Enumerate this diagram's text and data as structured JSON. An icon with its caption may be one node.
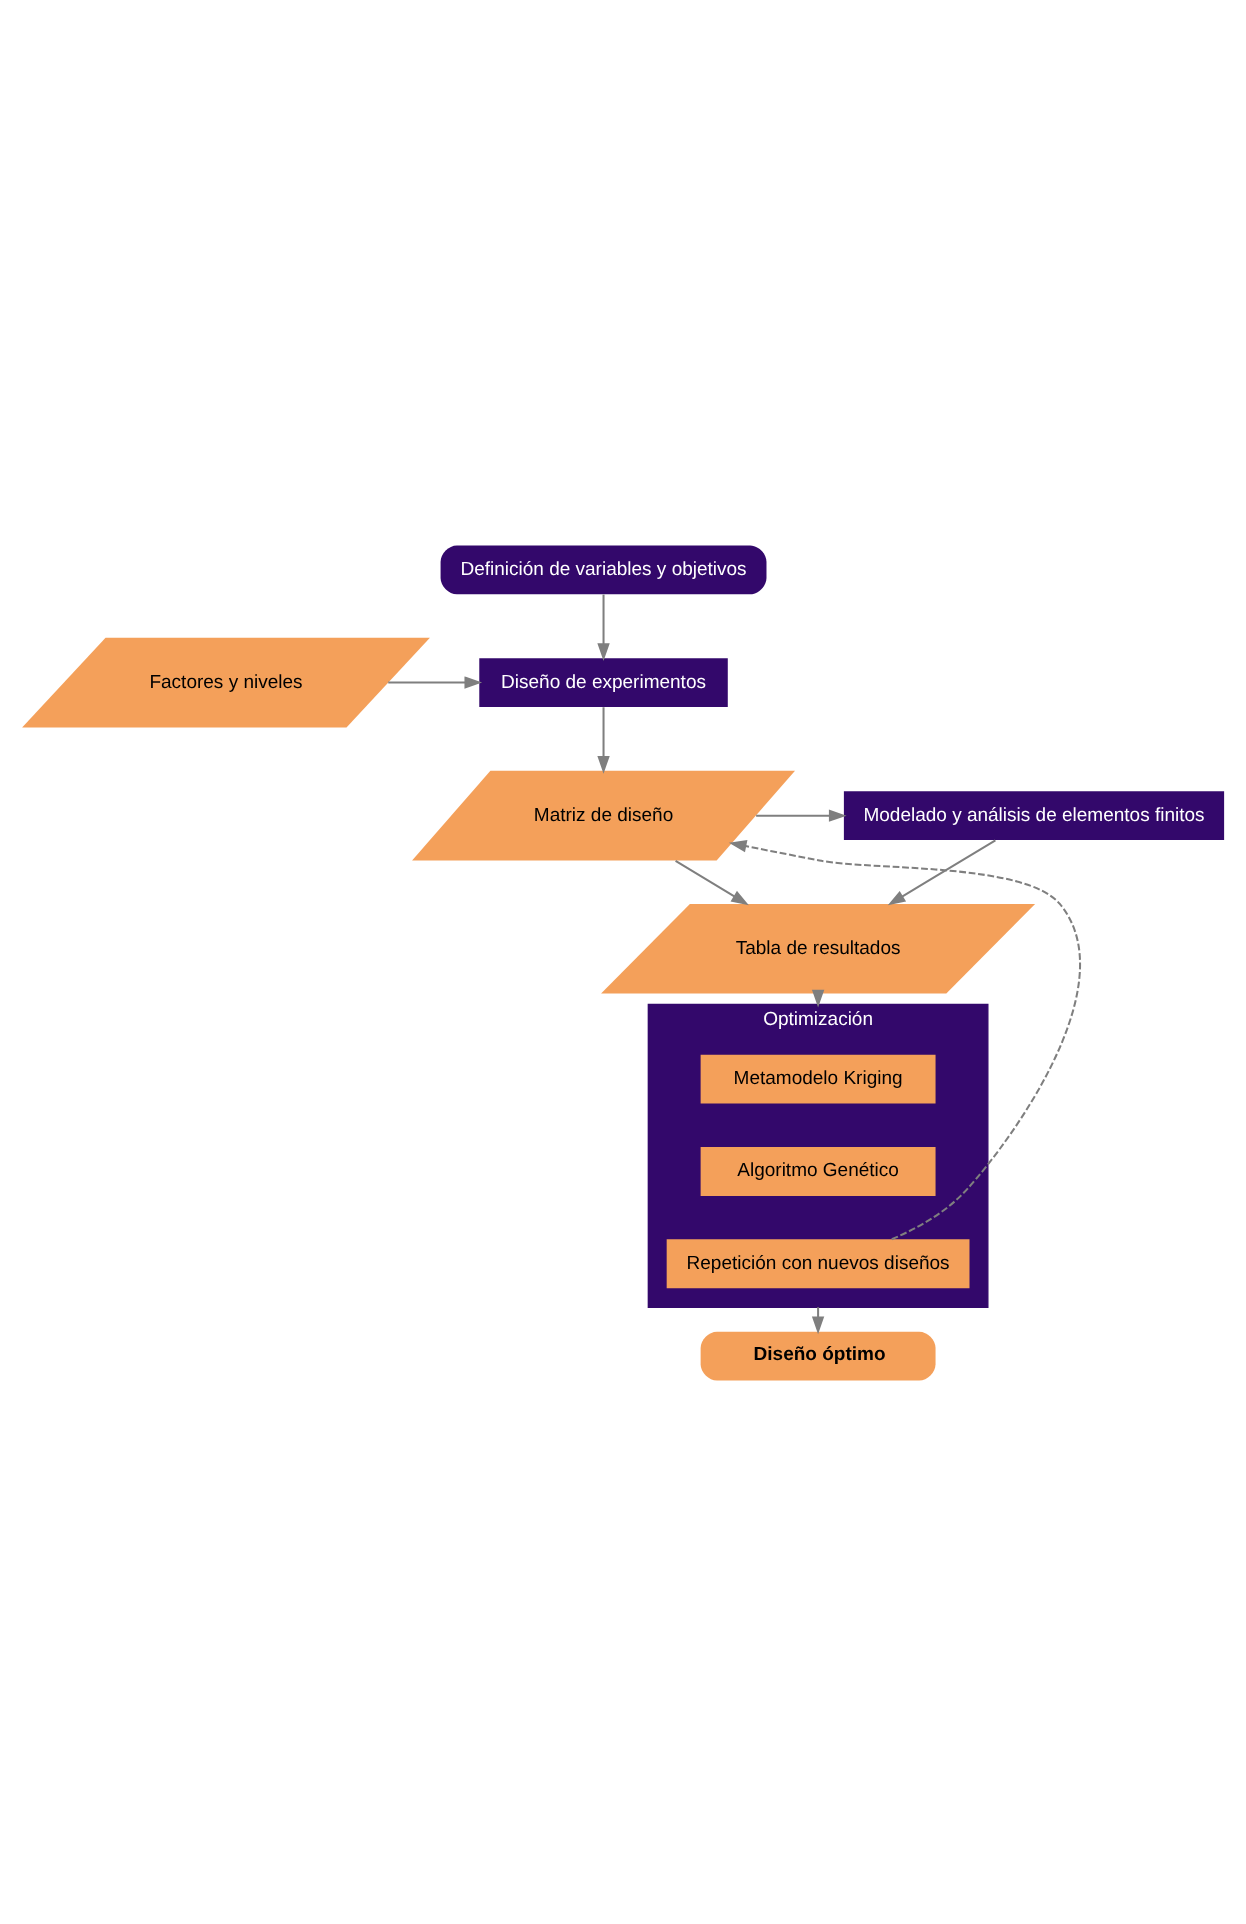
{
  "diagram": {
    "nodes": [
      {
        "text": [
          "Definición de variables y objetivos"
        ]
      },
      {
        "text": [
          "Factores y niveles"
        ]
      },
      {
        "text": [
          "Diseño de experimentos"
        ]
      },
      {
        "text": [
          "Matriz de diseño"
        ]
      },
      {
        "text": [
          "Modelado y análisis de elementos finitos"
        ]
      },
      {
        "text": [
          "Tabla de resultados"
        ]
      },
      {
        "text": [
          "Optimización"
        ]
      },
      {
        "text": [
          "Metamodelo Kriging"
        ],
        "in": 6
      },
      {
        "text": [
          "Algoritmo Genético"
        ],
        "in": 6
      },
      {
        "text": [
          "Repetición con nuevos diseños"
        ],
        "in": 6
      },
      {
        "text": [
          "Diseño óptimo"
        ]
      }
    ],
    "edges": [
      {
        "from": 0,
        "to": 2,
        "arrow": "to"
      },
      {
        "from": 1,
        "to": 2,
        "arrow": "to"
      },
      {
        "from": 2,
        "to": 3,
        "arrow": "to"
      },
      {
        "from": 3,
        "to": 4,
        "arrow": "to"
      },
      {
        "from": 4,
        "to": 5,
        "arrow": "to"
      },
      {
        "from": 3,
        "to": 5,
        "arrow": "to"
      },
      {
        "from": 5,
        "to": 6,
        "arrow": "to"
      },
      {
        "from": 9,
        "to": 3,
        "arrow": "to",
        "style": "dashed"
      },
      {
        "from": 6,
        "to": 10,
        "arrow": "to"
      }
    ]
  }
}
